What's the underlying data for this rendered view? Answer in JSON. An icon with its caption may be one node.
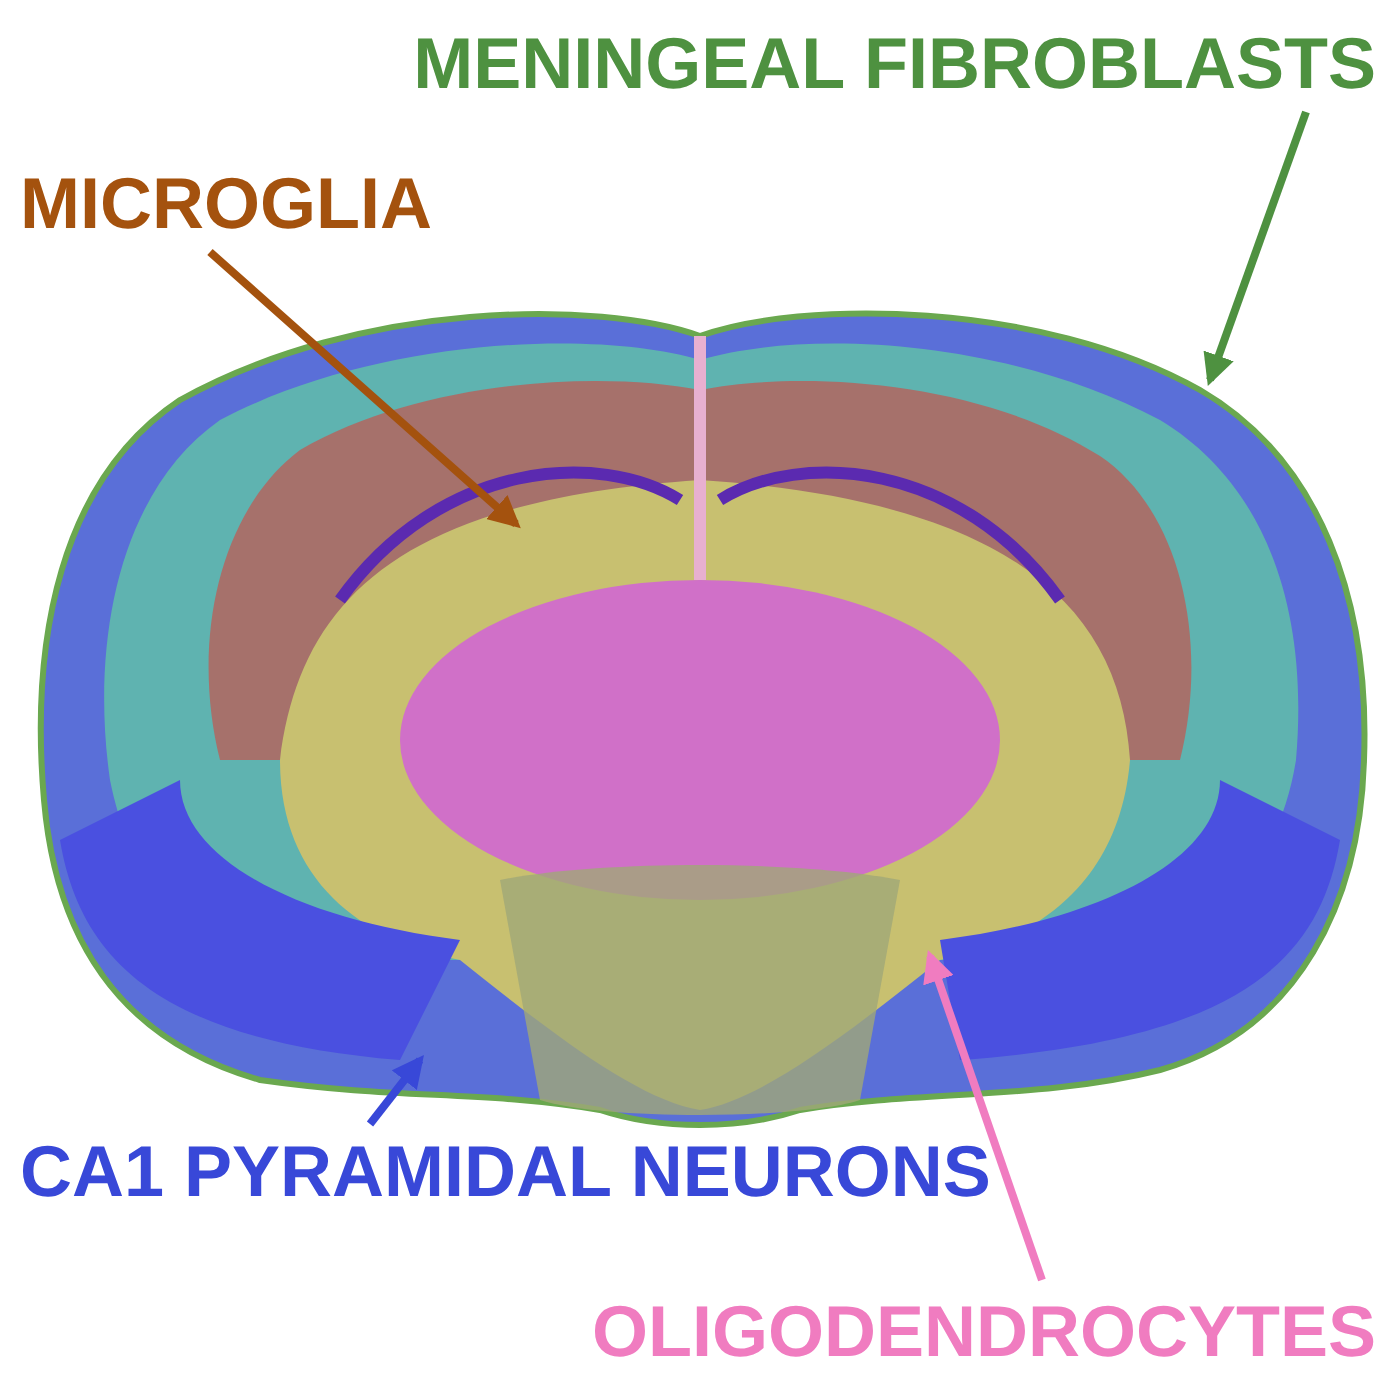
{
  "diagram": {
    "nodes": [
      {
        "text": [
          "MENINGEAL FIBROBLASTS"
        ]
      },
      {
        "text": [
          "MICROGLIA"
        ]
      },
      {
        "text": [
          "CA1 PYRAMIDAL NEURONS"
        ]
      },
      {
        "text": [
          "OLIGODENDROCYTES"
        ]
      }
    ],
    "edges": [
      {
        "from": 0,
        "to": null,
        "arrow": "to",
        "color": "#4e9140"
      },
      {
        "from": 1,
        "to": null,
        "arrow": "to",
        "color": "#a4520e"
      },
      {
        "from": 2,
        "to": null,
        "arrow": "to",
        "color": "#3848d8"
      },
      {
        "from": 3,
        "to": null,
        "arrow": "to",
        "color": "#f07cc0"
      }
    ]
  }
}
